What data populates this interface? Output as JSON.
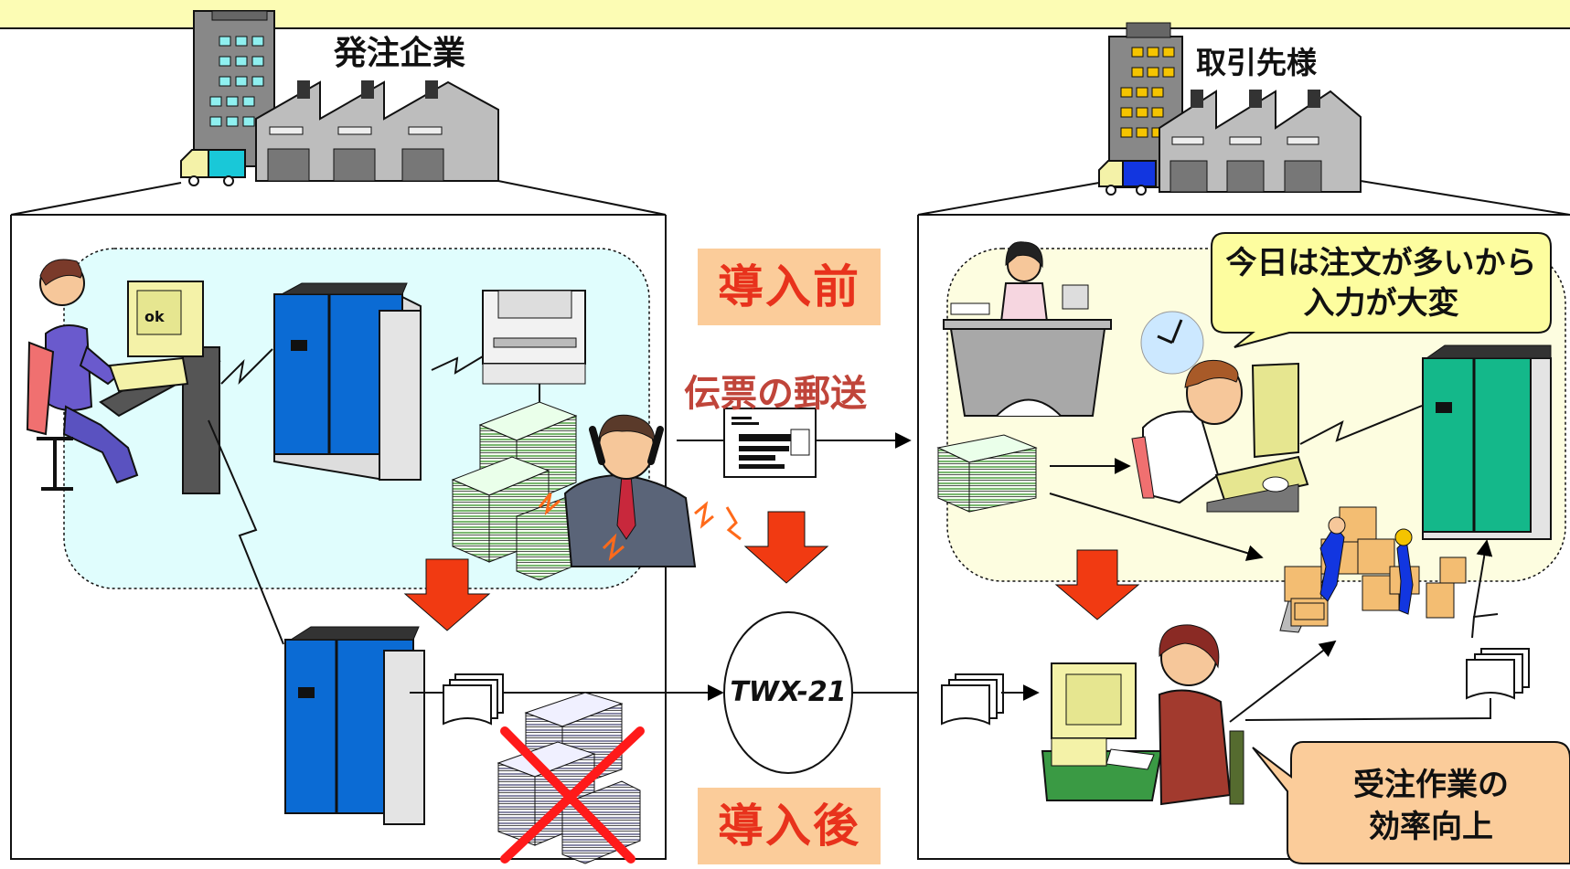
{
  "labels": {
    "ordering_company": "発注企業",
    "supplier": "取引先様",
    "before": "導入前",
    "after": "導入後",
    "slip_mailing": "伝票の郵送",
    "network": "TWX-21"
  },
  "bubbles": {
    "busy_line1": "今日は注文が多いから",
    "busy_line2": "入力が大変",
    "efficiency_line1": "受注作業の",
    "efficiency_line2": "効率向上"
  },
  "colors": {
    "header_band": "#fcfcb4",
    "office_before_bg": "#e0fdfd",
    "supplier_before_bg": "#fdfde0",
    "badge_bg": "#fbcc9a",
    "badge_text": "#e8321c",
    "down_arrow": "#f13a12",
    "server_blue": "#0b6bd4",
    "server_green": "#14b88a"
  },
  "icons": [
    "building-icon",
    "factory-icon",
    "truck-icon",
    "computer-icon",
    "server-icon",
    "printer-icon",
    "paper-stack-icon",
    "envelope-icon",
    "document-icon",
    "clock-icon",
    "boxes-icon",
    "person-icon"
  ]
}
